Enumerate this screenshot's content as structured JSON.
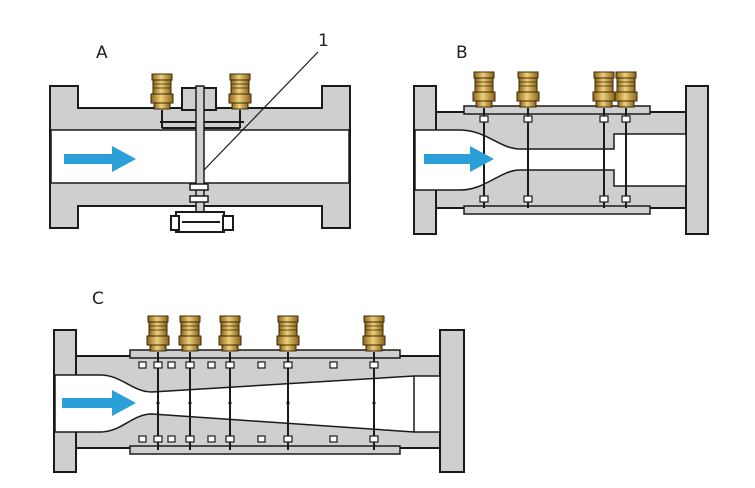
{
  "labels": {
    "a": "A",
    "b": "B",
    "c": "C",
    "callout": "1"
  },
  "colors": {
    "body": "#cfcfcf",
    "outline": "#1a1a1a",
    "bore": "#ffffff",
    "arrow": "#2b9fd8",
    "brass": "#c8962e",
    "brass_dark": "#8a6418",
    "brass_light": "#f0cf7a"
  },
  "icons": {
    "flow": "flow-arrow-icon",
    "connector": "brass-fitting-icon"
  }
}
